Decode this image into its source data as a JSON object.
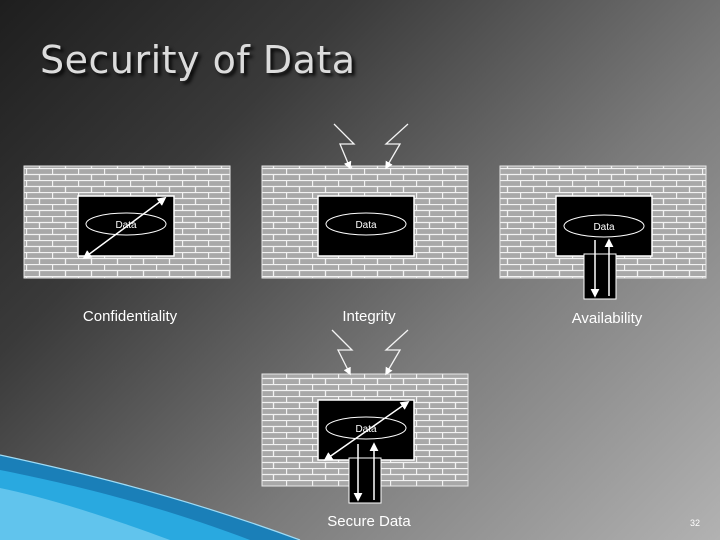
{
  "slide": {
    "title": "Security of Data",
    "page_number": "32"
  },
  "diagram": {
    "data_label": "Data",
    "panels": [
      {
        "id": "confidentiality",
        "caption": "Confidentiality"
      },
      {
        "id": "integrity",
        "caption": "Integrity"
      },
      {
        "id": "availability",
        "caption": "Availability"
      },
      {
        "id": "secure-data",
        "caption": "Secure Data"
      }
    ]
  },
  "colors": {
    "background_dark": "#1e1e1e",
    "background_light": "#b2b2b2",
    "wall": "#a8a8a8",
    "mortar": "#f2f2f2",
    "accent_blue": "#29a9e0"
  }
}
